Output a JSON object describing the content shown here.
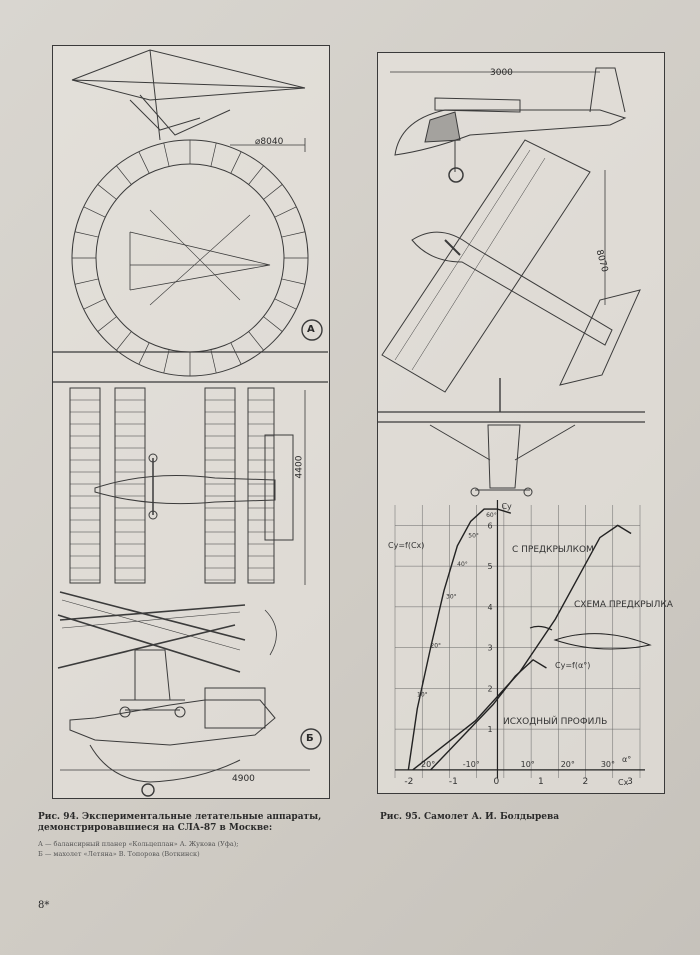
{
  "left_panel": {
    "label_a": "А",
    "label_b": "Б",
    "dim_diameter": "⌀8040",
    "dim_span": "4400",
    "dim_length": "4900"
  },
  "right_panel": {
    "dim_length": "3000",
    "dim_span": "8070"
  },
  "chart_data": {
    "type": "line",
    "title": "",
    "xlabel": "Cx",
    "ylabel": "Cy",
    "xlim": [
      -2.3,
      3.2
    ],
    "ylim": [
      -0.2,
      6.5
    ],
    "x_ticks": [
      "-2",
      "-1",
      "0",
      "1",
      "2",
      "3"
    ],
    "y_ticks": [
      "1",
      "2",
      "3",
      "4",
      "5",
      "6"
    ],
    "alpha_ticks": [
      "-20°",
      "-10°",
      "10°",
      "20°",
      "30°"
    ],
    "annotations": {
      "formula_left": "Cy=f(Cx)",
      "formula_right": "Cy=f(α°)",
      "alpha_axis": "α°",
      "with_slat": "С ПРЕДКРЫЛКОМ",
      "slat_scheme": "СХЕМА ПРЕДКРЫЛКА",
      "original_profile": "ИСХОДНЫЙ ПРОФИЛЬ",
      "polar_marks": [
        "10°",
        "20°",
        "30°",
        "40°",
        "50°",
        "60°"
      ]
    },
    "series": [
      {
        "name": "Cy=f(Cx)",
        "x": [
          -2.0,
          -1.8,
          -1.5,
          -1.2,
          -0.9,
          -0.6,
          -0.3,
          0.0,
          0.3
        ],
        "y": [
          0.0,
          1.5,
          3.0,
          4.4,
          5.5,
          6.1,
          6.4,
          6.4,
          6.3
        ]
      },
      {
        "name": "С ПРЕДКРЫЛКОМ",
        "x": [
          -1.9,
          -0.5,
          0.5,
          1.3,
          1.9,
          2.3,
          2.7,
          3.0
        ],
        "y": [
          0.0,
          1.2,
          2.4,
          3.7,
          4.9,
          5.7,
          6.0,
          5.8
        ]
      },
      {
        "name": "ИСХОДНЫЙ ПРОФИЛЬ",
        "x": [
          -1.5,
          -0.8,
          -0.1,
          0.4,
          0.8,
          1.1
        ],
        "y": [
          0.0,
          0.8,
          1.6,
          2.3,
          2.7,
          2.5
        ]
      }
    ]
  },
  "captions": {
    "left_title": "Рис. 94. Экспериментальные летательные аппараты, демонстрировавшиеся на СЛА-87 в Москве:",
    "left_a": "А — балансирный планер «Кольцеплан» А. Жукова (Уфа);",
    "left_b": "Б — махолет «Летяна» В. Топорова (Воткинск)",
    "right_title": "Рис. 95. Самолет А. И. Болдырева"
  },
  "page_number": "8*"
}
